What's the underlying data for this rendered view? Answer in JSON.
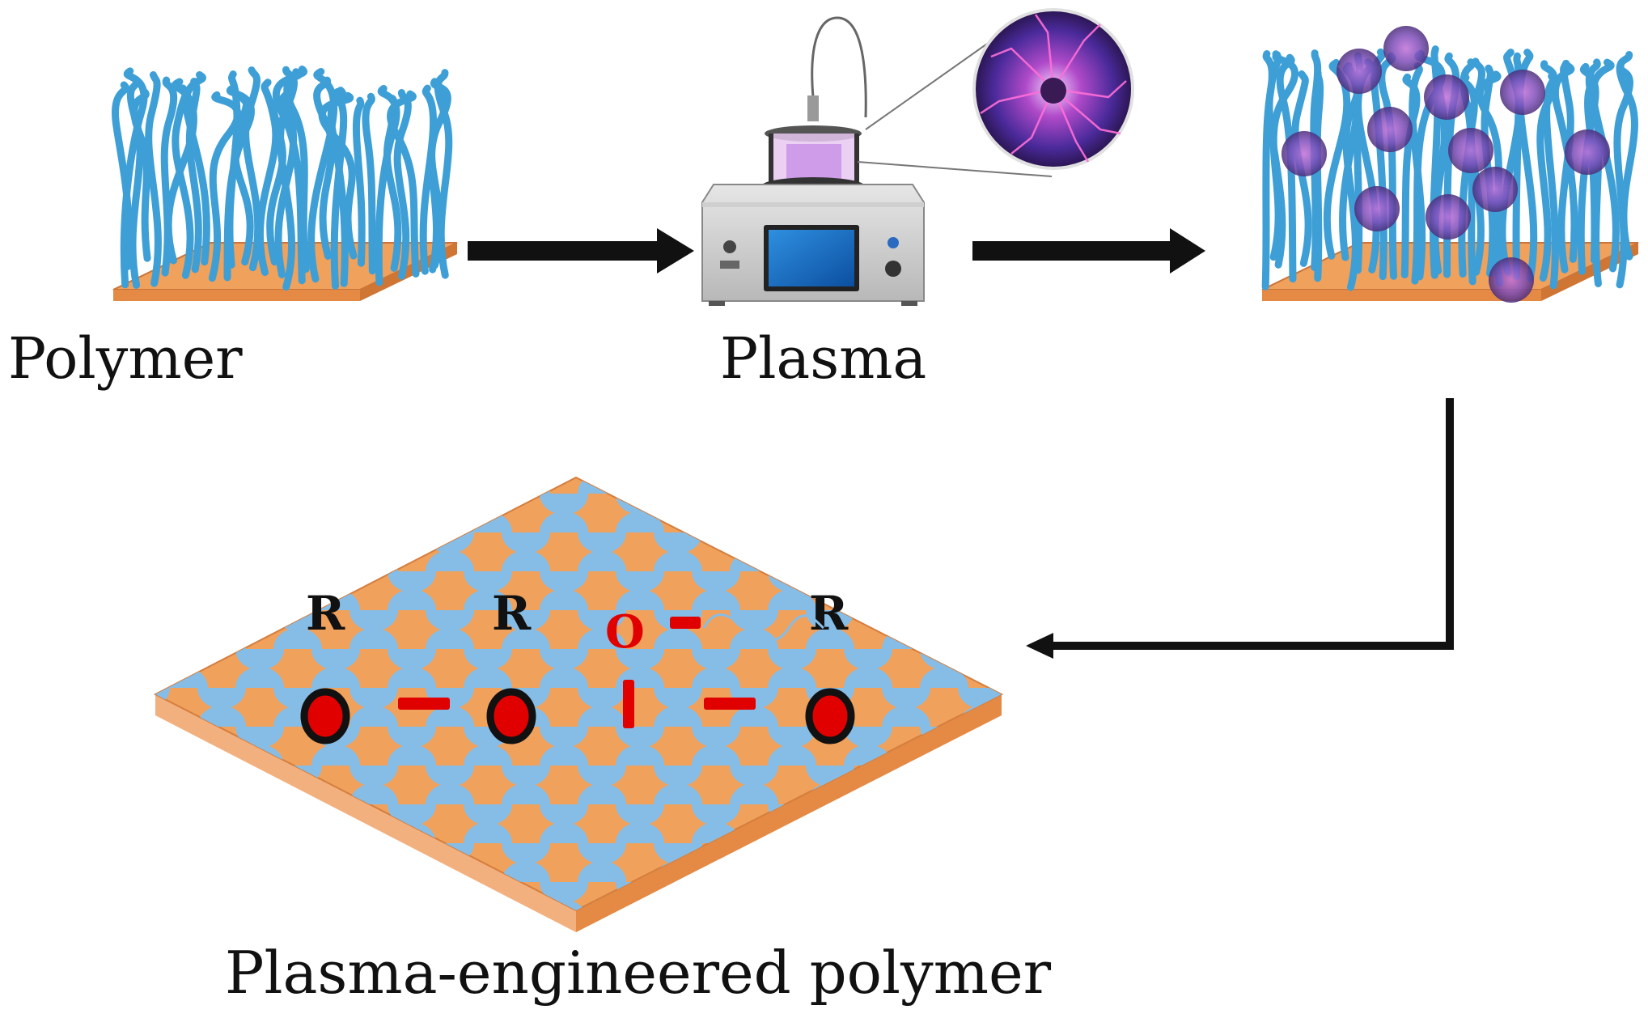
{
  "labels": {
    "polymer": "Polymer",
    "plasma": "Plasma",
    "engineered": "Plasma-engineered polymer"
  },
  "groups": {
    "radical": "R",
    "oxygen": "O"
  },
  "colors": {
    "substrate_top": "#f0a15c",
    "substrate_side": "#e58a45",
    "fiber": "#3d9fd6",
    "fiber_pattern": "#86bde6",
    "plasma_purple": "#8a54c0",
    "bond_red": "#e10000",
    "arrow": "#111111"
  },
  "icons": [
    "plasma-reactor-icon",
    "plasma-ball-icon",
    "polymer-brush-icon",
    "plasma-particle-icon"
  ]
}
